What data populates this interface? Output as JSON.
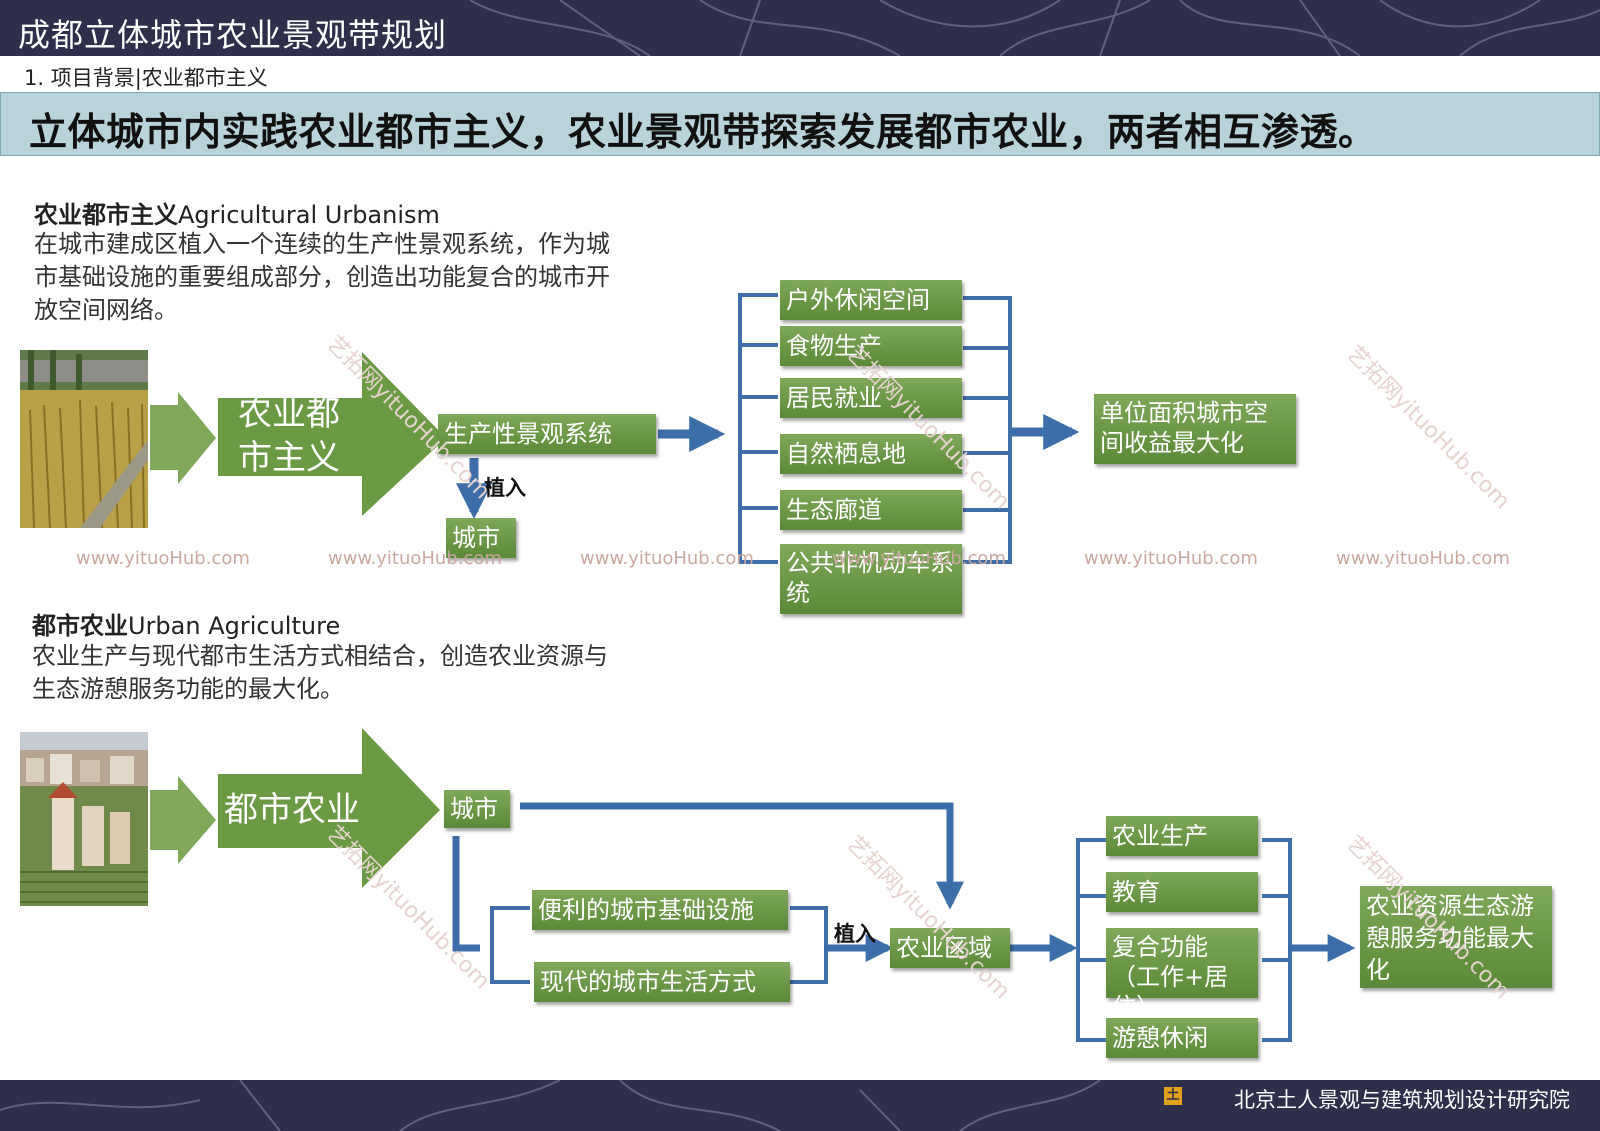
{
  "header": {
    "title": "成都立体城市农业景观带规划",
    "subtitle": "1. 项目背景|农业都市主义",
    "banner": "立体城市内实践农业都市主义，农业景观带探索发展都市农业，两者相互渗透。"
  },
  "section1": {
    "heading_cn": "农业都市主义",
    "heading_en": "Agricultural Urbanism",
    "body": "在城市建成区植入一个连续的生产性景观系统，作为城市基础设施的重要组成部分，创造出功能复合的城市开放空间网络。",
    "arrow_label": "农业都市主义",
    "system_box": "生产性景观系统",
    "implant_label": "植入",
    "city_box": "城市",
    "functions": [
      "户外休闲空间",
      "食物生产",
      "居民就业",
      "自然栖息地",
      "生态廊道",
      "公共非机动车系统"
    ],
    "result": "单位面积城市空间收益最大化"
  },
  "section2": {
    "heading_cn": "都市农业",
    "heading_en": "Urban Agriculture",
    "body": "农业生产与现代都市生活方式相结合，创造农业资源与生态游憩服务功能的最大化。",
    "arrow_label": "都市农业",
    "city_box": "城市",
    "infra_box": "便利的城市基础设施",
    "life_box": "现代的城市生活方式",
    "implant_label": "植入",
    "region_box": "农业区域",
    "functions": [
      "农业生产",
      "教育",
      "复合功能（工作+居住）",
      "游憩休闲"
    ],
    "result": "农业资源生态游憩服务功能最大化"
  },
  "watermarks": {
    "url": "www.yituoHub.com",
    "diagonal": "艺拓网yituoHub.com"
  },
  "footer": {
    "org": "北京土人景观与建筑规划设计研究院",
    "logo_glyph": "土"
  },
  "colors": {
    "box_green": "#6b9a45",
    "line_blue": "#3e6eaa",
    "banner_bg": "#b8d3da",
    "bar_bg": "#2e2f4a"
  }
}
